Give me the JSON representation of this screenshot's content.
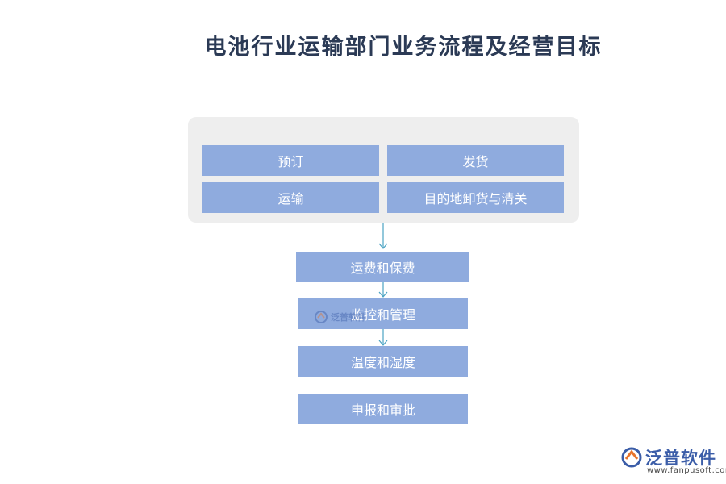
{
  "title": "电池行业运输部门业务流程及经营目标",
  "panel": {
    "items": [
      "预订",
      "发货",
      "运输",
      "目的地卸货与清关"
    ]
  },
  "flow": {
    "steps": [
      "运费和保费",
      "监控和管理",
      "温度和湿度",
      "申报和审批"
    ]
  },
  "watermark": {
    "icon": "fanpu-logo-icon",
    "text": "泛普软件"
  },
  "logo": {
    "icon": "fanpu-logo-icon",
    "text": "泛普软件",
    "url": "www.fanpusoft.com"
  },
  "colors": {
    "box": "#8fabde",
    "panel": "#eeeeee",
    "arrow": "#4ba3c3",
    "title": "#2b3a55",
    "brand": "#3b5da8"
  }
}
